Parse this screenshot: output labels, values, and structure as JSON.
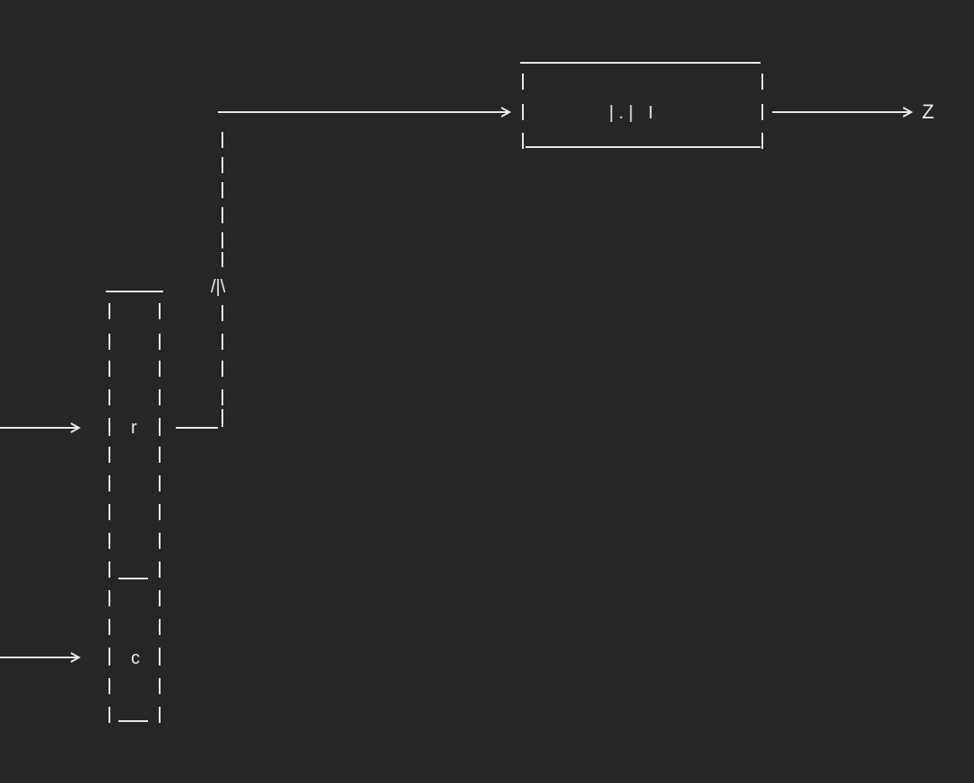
{
  "diagram": {
    "upper_block_label": "| . |   I",
    "lower_block_label_top": "r",
    "lower_block_label_bottom": "c",
    "output_label": "Z",
    "junction_symbol": "/|\\"
  },
  "colors": {
    "background": "#262626",
    "stroke": "#e8e8e8"
  }
}
